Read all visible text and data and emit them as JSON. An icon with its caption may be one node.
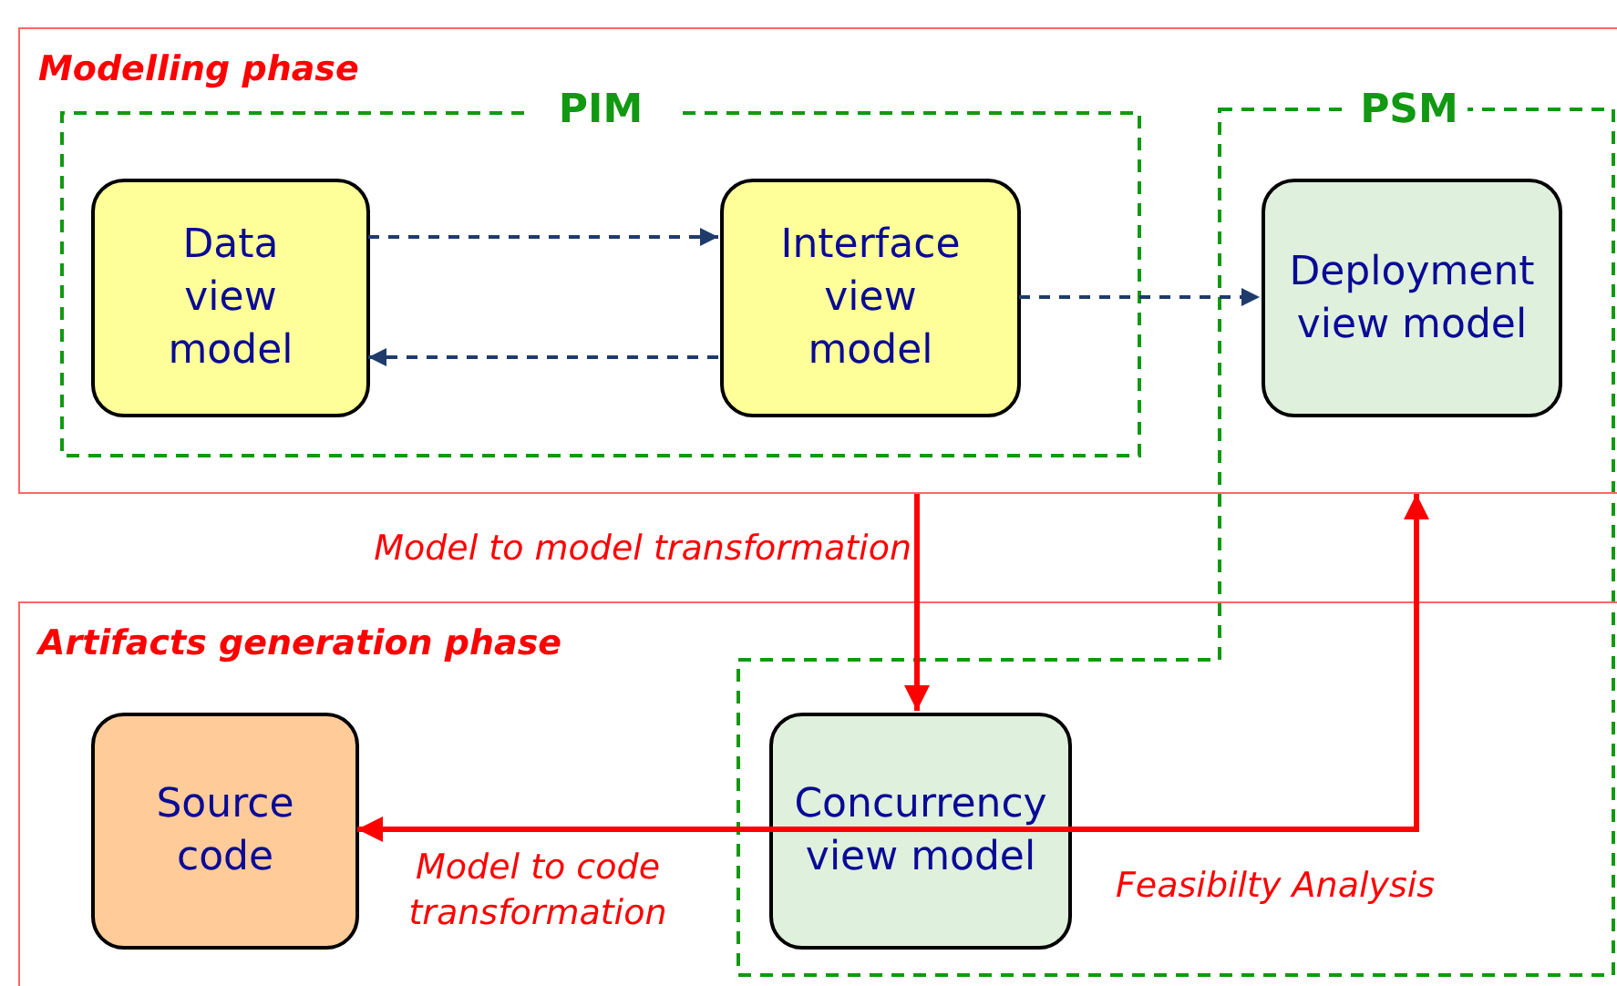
{
  "diagram": {
    "nodes": [
      {
        "text": [
          "Modelling phase"
        ]
      },
      {
        "text": [
          "PIM"
        ],
        "in": 0
      },
      {
        "text": [
          "Data view model"
        ],
        "in": 1
      },
      {
        "text": [
          "Interface view model"
        ],
        "in": 1
      },
      {
        "text": [
          "PSM"
        ],
        "in": 0
      },
      {
        "text": [
          "Deployment view model"
        ],
        "in": 0
      },
      {
        "text": [
          "Artifacts generation phase"
        ]
      },
      {
        "text": [
          "Source code"
        ],
        "in": 6
      },
      {
        "text": [
          "Concurrency view model"
        ],
        "in": 6
      }
    ],
    "edges": [
      {
        "from": 2,
        "to": 3,
        "arrow": "to",
        "style": "dashed",
        "color": "#1f3b6b"
      },
      {
        "from": 3,
        "to": 2,
        "arrow": "to",
        "style": "dashed",
        "color": "#1f3b6b"
      },
      {
        "from": 3,
        "to": 5,
        "arrow": "to",
        "style": "dashed",
        "color": "#1f3b6b"
      },
      {
        "from": 0,
        "to": 8,
        "arrow": "to",
        "label": "Model to model transformation",
        "color": "#ff0000"
      },
      {
        "from": 8,
        "to": 7,
        "arrow": "to",
        "label": "Model to code transformation",
        "color": "#ff0000"
      },
      {
        "from": 8,
        "to": 0,
        "arrow": "to",
        "label": "Feasibilty Analysis",
        "color": "#ff0000"
      }
    ]
  }
}
